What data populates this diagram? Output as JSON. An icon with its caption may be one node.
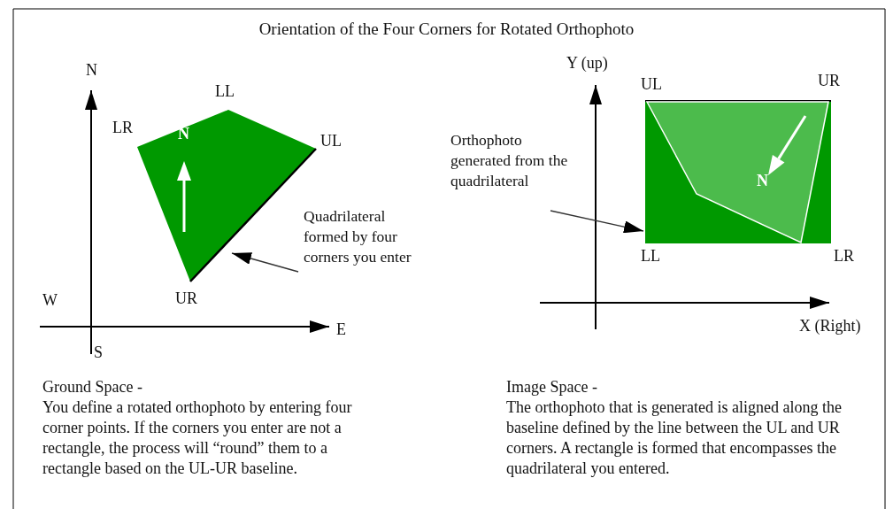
{
  "diagram": {
    "title": "Orientation of the Four Corners for Rotated Orthophoto",
    "nodes": [
      {
        "text": [
          "N"
        ],
        "beside": [
          "LL",
          "LR",
          "UL",
          "UR"
        ]
      },
      {
        "text": [
          "Quadrilateral formed by four corners you enter"
        ]
      },
      {
        "text": [],
        "shape": "box",
        "beside": [
          "UL",
          "UR",
          "LL",
          "LR"
        ]
      },
      {
        "text": [
          "N"
        ],
        "in": 2
      },
      {
        "text": [
          "Orthophoto generated from the quadrilateral"
        ]
      }
    ],
    "edges": [
      {
        "from": 1,
        "to": 0,
        "arrow": "to"
      },
      {
        "from": 4,
        "to": 2,
        "arrow": "to"
      }
    ],
    "labels": [
      "N",
      "Y (up)",
      "W",
      "E",
      "X (Right)",
      "S",
      "Ground Space -",
      "Image Space -",
      "You define a rotated orthophoto by entering four corner points. If the corners you enter are not a rectangle, the process will “round” them to a rectangle based on the UL-UR baseline.",
      "The orthophoto that is generated is aligned along the baseline defined by the line between the UL and UR corners. A rectangle is formed that encompasses the quadrilateral you entered."
    ]
  }
}
